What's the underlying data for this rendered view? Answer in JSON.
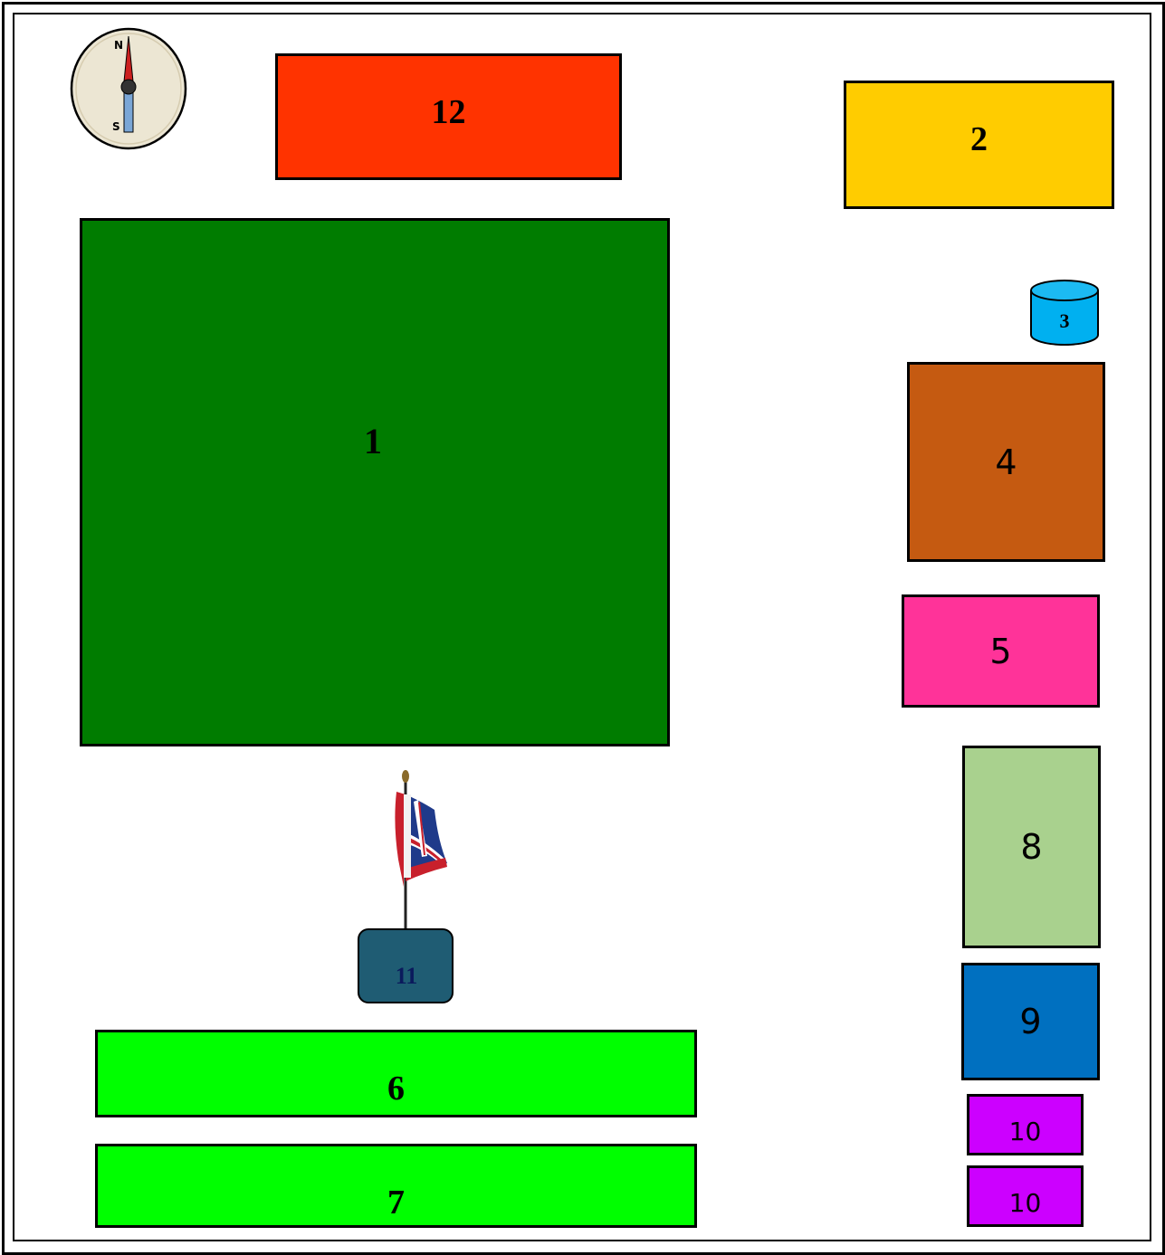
{
  "map": {
    "compass": {
      "north_label": "N",
      "south_label": "S"
    },
    "areas": [
      {
        "id": "12",
        "label": "12",
        "color": "#ff3300"
      },
      {
        "id": "2",
        "label": "2",
        "color": "#ffcc00"
      },
      {
        "id": "1",
        "label": "1",
        "color": "#007c00"
      },
      {
        "id": "3",
        "label": "3",
        "color": "#00b0f0"
      },
      {
        "id": "4",
        "label": "4",
        "color": "#c55a11"
      },
      {
        "id": "5",
        "label": "5",
        "color": "#ff3399"
      },
      {
        "id": "8",
        "label": "8",
        "color": "#a9d18e"
      },
      {
        "id": "9",
        "label": "9",
        "color": "#0070c0"
      },
      {
        "id": "10a",
        "label": "10",
        "color": "#cc00ff"
      },
      {
        "id": "10b",
        "label": "10",
        "color": "#cc00ff"
      },
      {
        "id": "11",
        "label": "11",
        "color": "#1f5c73"
      },
      {
        "id": "6",
        "label": "6",
        "color": "#00ff00"
      },
      {
        "id": "7",
        "label": "7",
        "color": "#00ff00"
      }
    ],
    "flag_icon": "flag-icon",
    "label_11_color": "#0a1a5c"
  }
}
